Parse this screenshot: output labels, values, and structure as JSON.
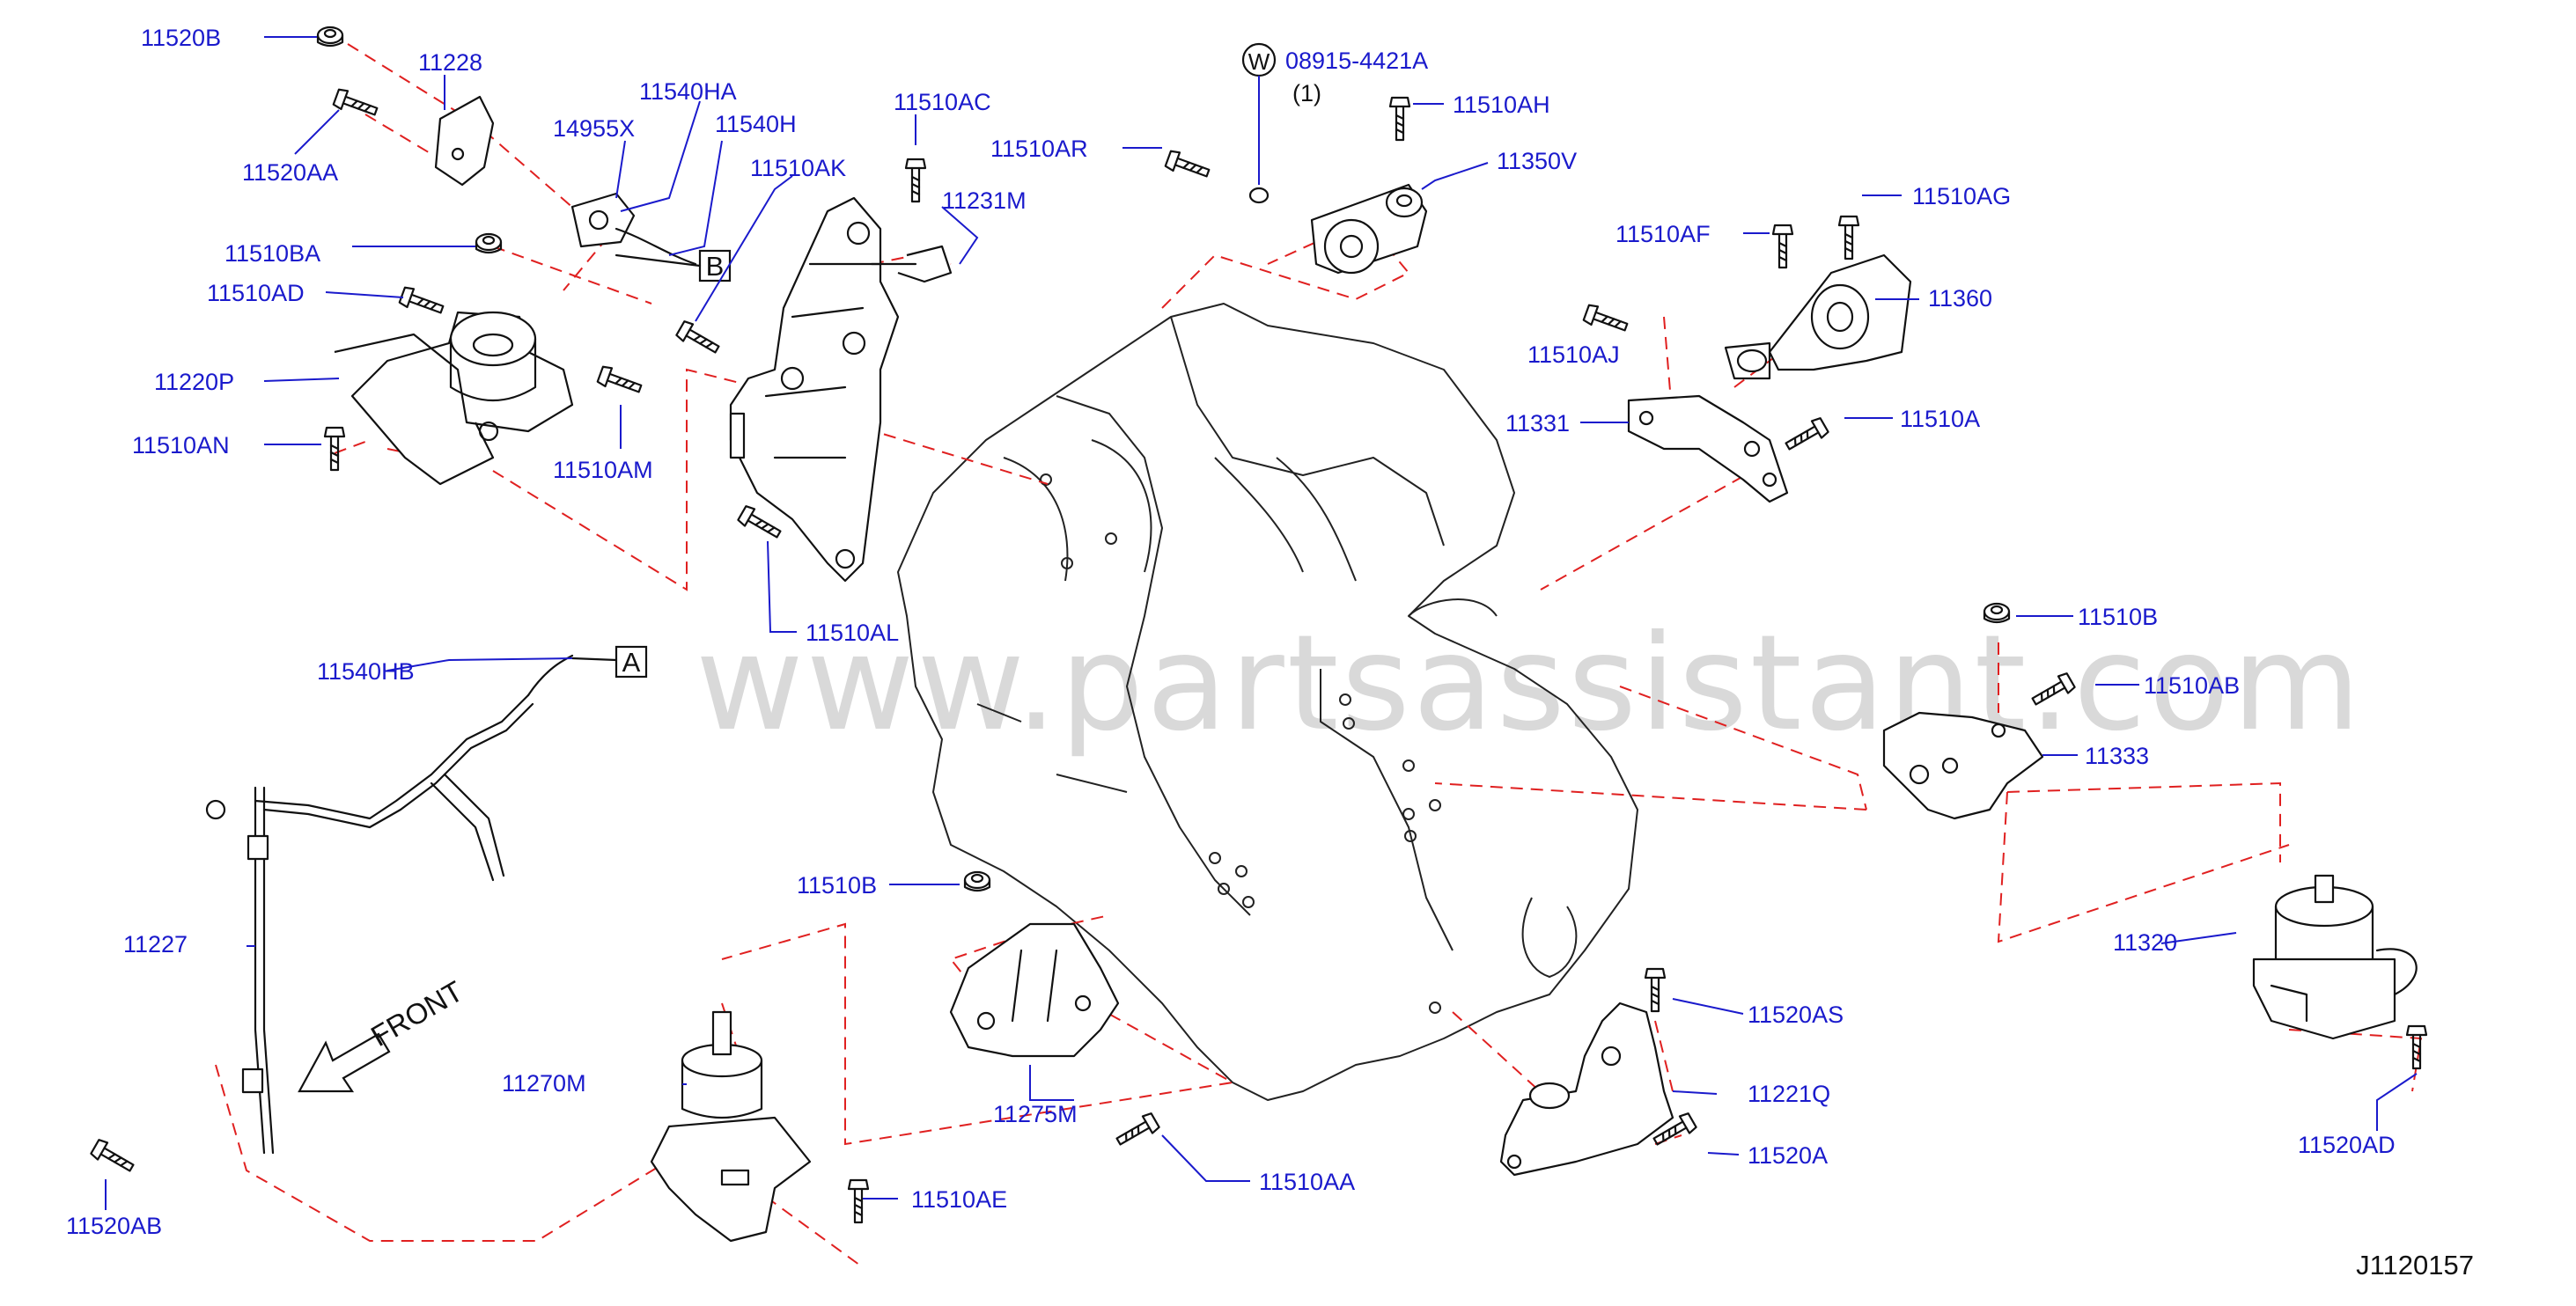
{
  "diagram_code": "J1120157",
  "watermark": "www.partsassistant.com",
  "front_label": "FRONT",
  "washer_symbol": "W",
  "washer_qty": "(1)",
  "ref_a": "A",
  "ref_b": "B",
  "callouts": [
    {
      "id": "11520B",
      "label": "11520B"
    },
    {
      "id": "11228",
      "label": "11228"
    },
    {
      "id": "11520AA",
      "label": "11520AA"
    },
    {
      "id": "11540HA",
      "label": "11540HA"
    },
    {
      "id": "14955X",
      "label": "14955X"
    },
    {
      "id": "11540H",
      "label": "11540H"
    },
    {
      "id": "11510AK",
      "label": "11510AK"
    },
    {
      "id": "11510AC",
      "label": "11510AC"
    },
    {
      "id": "11510AR",
      "label": "11510AR"
    },
    {
      "id": "11231M",
      "label": "11231M"
    },
    {
      "id": "08915-4421A",
      "label": "08915-4421A"
    },
    {
      "id": "11510AH",
      "label": "11510AH"
    },
    {
      "id": "11350V",
      "label": "11350V"
    },
    {
      "id": "11510AG",
      "label": "11510AG"
    },
    {
      "id": "11510AF",
      "label": "11510AF"
    },
    {
      "id": "11360",
      "label": "11360"
    },
    {
      "id": "11510BA",
      "label": "11510BA"
    },
    {
      "id": "11510AD",
      "label": "11510AD"
    },
    {
      "id": "11220P",
      "label": "11220P"
    },
    {
      "id": "11510AN",
      "label": "11510AN"
    },
    {
      "id": "11510AM",
      "label": "11510AM"
    },
    {
      "id": "11510AJ",
      "label": "11510AJ"
    },
    {
      "id": "11331",
      "label": "11331"
    },
    {
      "id": "11510A",
      "label": "11510A"
    },
    {
      "id": "11510AL",
      "label": "11510AL"
    },
    {
      "id": "11540HB",
      "label": "11540HB"
    },
    {
      "id": "11510B-right",
      "label": "11510B"
    },
    {
      "id": "11510AB",
      "label": "11510AB"
    },
    {
      "id": "11333",
      "label": "11333"
    },
    {
      "id": "11227",
      "label": "11227"
    },
    {
      "id": "11510B-center",
      "label": "11510B"
    },
    {
      "id": "11320",
      "label": "11320"
    },
    {
      "id": "11520AS",
      "label": "11520AS"
    },
    {
      "id": "11270M",
      "label": "11270M"
    },
    {
      "id": "11275M",
      "label": "11275M"
    },
    {
      "id": "11221Q",
      "label": "11221Q"
    },
    {
      "id": "11520A",
      "label": "11520A"
    },
    {
      "id": "11520AD",
      "label": "11520AD"
    },
    {
      "id": "11510AA",
      "label": "11510AA"
    },
    {
      "id": "11520AB",
      "label": "11520AB"
    },
    {
      "id": "11510AE",
      "label": "11510AE"
    }
  ]
}
